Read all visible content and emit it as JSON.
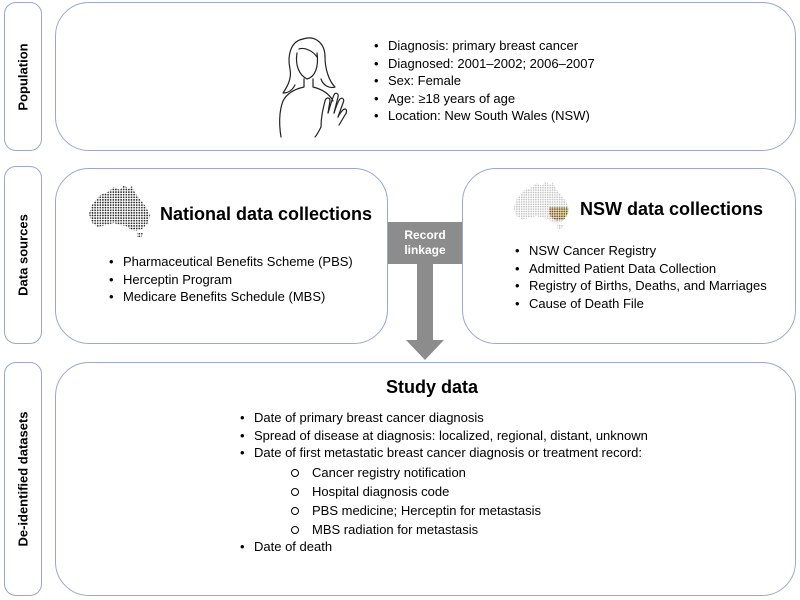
{
  "sections": {
    "population": "Population",
    "data_sources": "Data sources",
    "deidentified": "De-identified datasets"
  },
  "population": {
    "illustration": "woman-hand-on-chest-icon",
    "bullets": [
      "Diagnosis: primary breast cancer",
      "Diagnosed: 2001–2002; 2006–2007",
      "Sex: Female",
      "Age: ≥18 years of age",
      "Location: New South Wales (NSW)"
    ]
  },
  "national": {
    "title": "National data collections",
    "map": "australia-dotted-map-icon",
    "bullets": [
      "Pharmaceutical Benefits Scheme (PBS)",
      "Herceptin Program",
      "Medicare Benefits Schedule (MBS)"
    ]
  },
  "nsw": {
    "title": "NSW data collections",
    "map": "australia-nsw-highlight-map-icon",
    "bullets": [
      "NSW Cancer Registry",
      "Admitted Patient Data Collection",
      "Registry of Births, Deaths, and Marriages",
      "Cause of Death File"
    ]
  },
  "linkage": {
    "line1": "Record",
    "line2": "linkage"
  },
  "study": {
    "title": "Study data",
    "bullets_a": [
      "Date of primary breast cancer diagnosis",
      "Spread of disease at diagnosis: localized, regional, distant, unknown",
      "Date of first metastatic breast cancer diagnosis or treatment record:"
    ],
    "sub_bullets": [
      "Cancer registry notification",
      "Hospital diagnosis code",
      "PBS medicine; Herceptin for metastasis",
      "MBS radiation for metastasis"
    ],
    "bullets_b": [
      "Date of death"
    ]
  },
  "colors": {
    "box_border": "#9aa9c6",
    "arrow_grey": "#8c8c8c",
    "map_dots": "#1a1a1a",
    "nsw_dots_light": "#bdbdbd",
    "nsw_highlight": "#f5a623"
  }
}
